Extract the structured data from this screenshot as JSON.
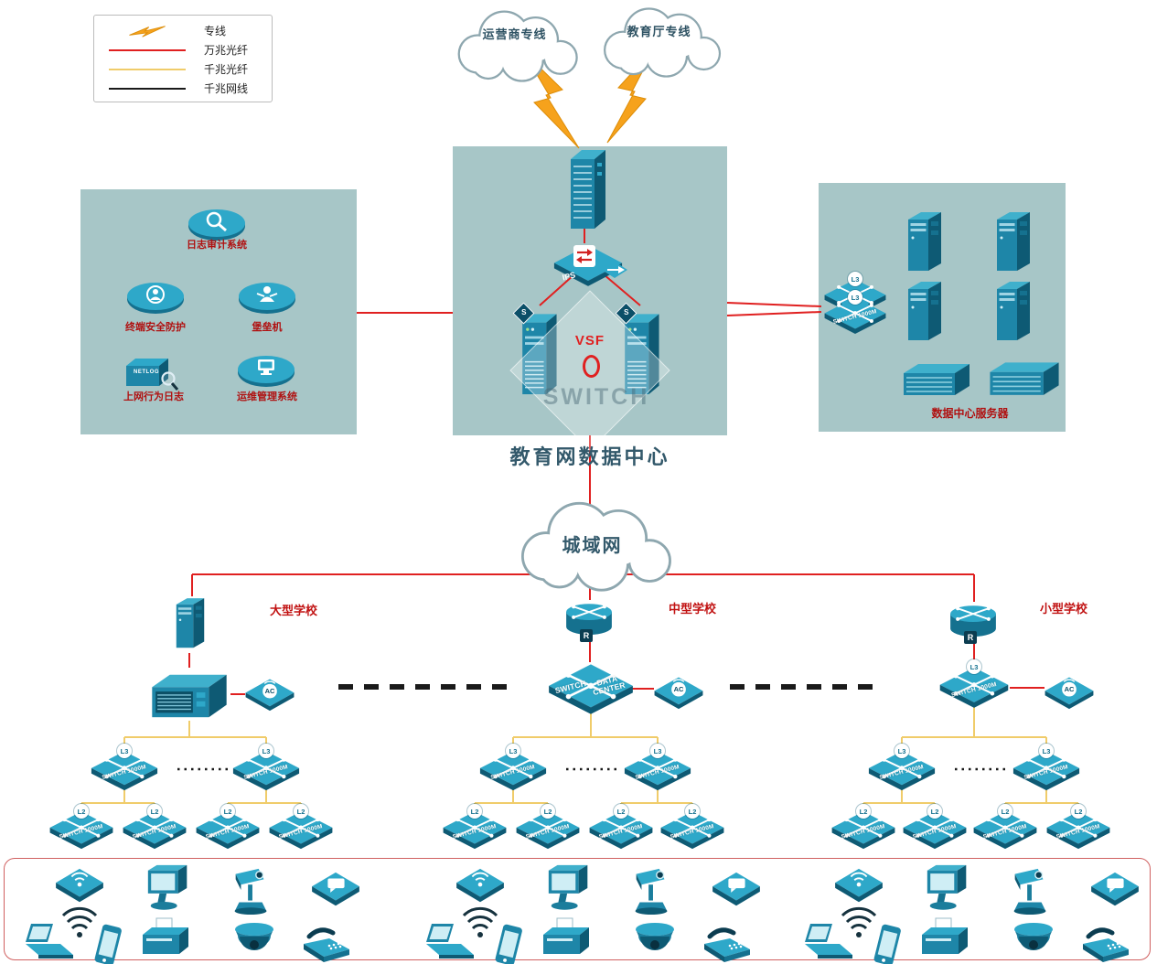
{
  "legend": {
    "items": [
      {
        "label": "专线",
        "type": "lightning"
      },
      {
        "label": "万兆光纤",
        "type": "line"
      },
      {
        "label": "千兆光纤",
        "type": "line"
      },
      {
        "label": "千兆网线",
        "type": "line"
      }
    ]
  },
  "colors": {
    "orange": "#f6a21c",
    "red": "#e02020",
    "yellow": "#f0cc6a",
    "black": "#1a1a1a"
  },
  "clouds": {
    "carrier": "运营商专线",
    "education": "教育厅专线",
    "man": "城域网"
  },
  "datacenter": {
    "title": "教育网数据中心",
    "vsf": "VSF",
    "ips": "IPS",
    "watermark": "SWITCH"
  },
  "left_block": {
    "items": [
      "日志审计系统",
      "终端安全防护",
      "堡垒机",
      "上网行为日志",
      "运维管理系统"
    ],
    "netlog": "NETLOG"
  },
  "right_block": {
    "label": "数据中心服务器"
  },
  "schools": {
    "large": "大型学校",
    "medium": "中型学校",
    "small": "小型学校"
  },
  "labels": {
    "switch_1000m": "SWITCH 1000M",
    "l3": "L3",
    "l2": "L2",
    "ac": "AC",
    "r": "R",
    "s": "S",
    "dc_line1": "SWITCH",
    "dc_line2": "DATA CENTER"
  }
}
